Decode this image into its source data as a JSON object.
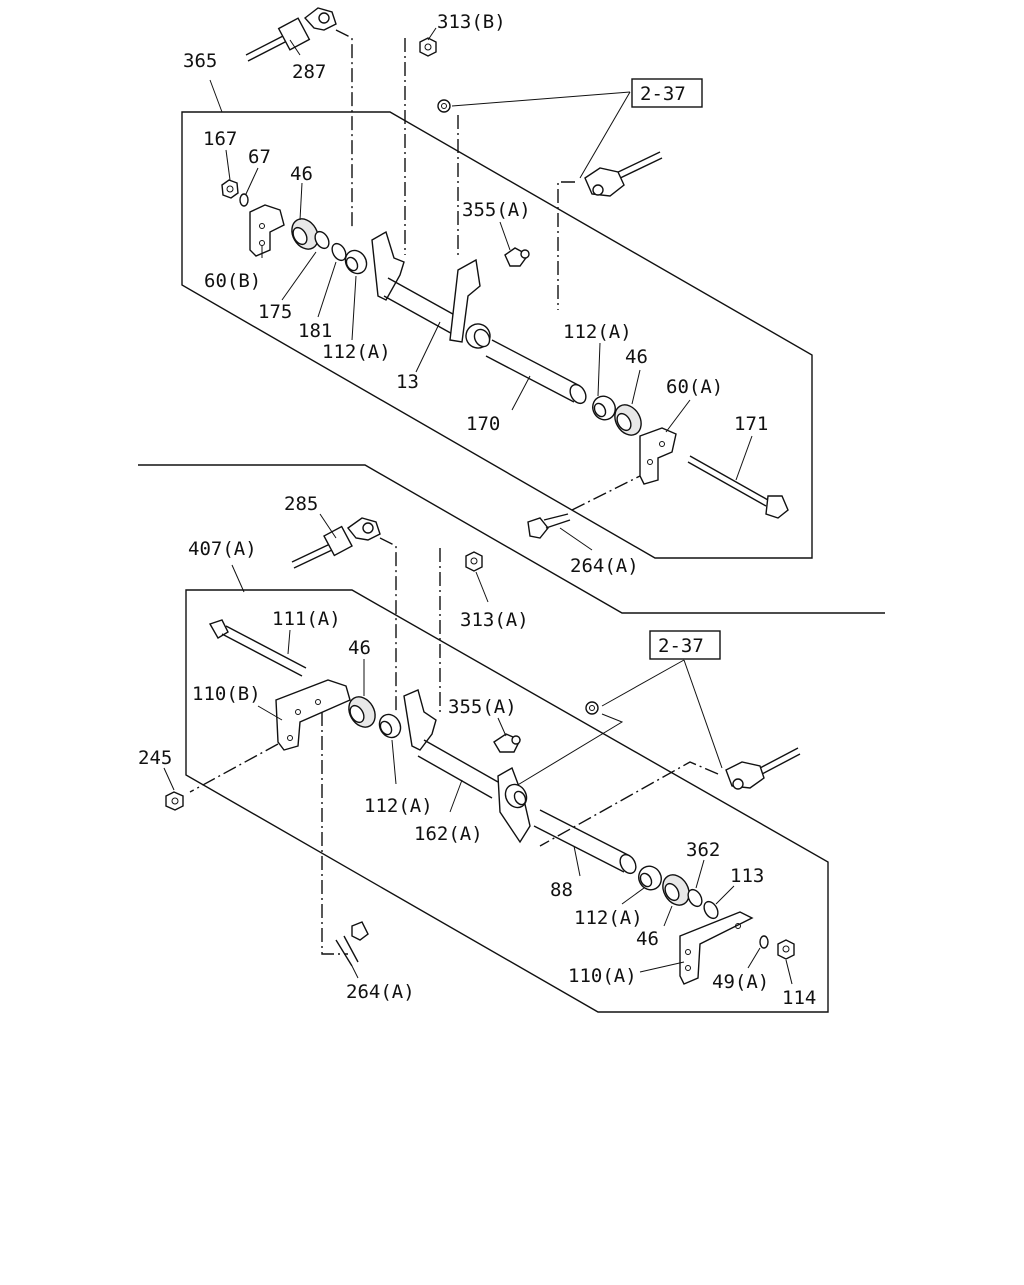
{
  "diagram": {
    "upper_assembly": {
      "callouts": {
        "c287": "287",
        "c313b": "313(B)",
        "c365": "365",
        "c2_37": "2-37",
        "c167": "167",
        "c67": "67",
        "c46a": "46",
        "c355a": "355(A)",
        "c60b": "60(B)",
        "c175": "175",
        "c181": "181",
        "c112a_1": "112(A)",
        "c13": "13",
        "c112a_2": "112(A)",
        "c46b": "46",
        "c60a": "60(A)",
        "c170": "170",
        "c171": "171",
        "c264a": "264(A)"
      }
    },
    "lower_assembly": {
      "callouts": {
        "c285": "285",
        "c407a": "407(A)",
        "c313a": "313(A)",
        "c2_37": "2-37",
        "c111a": "111(A)",
        "c46a": "46",
        "c110b": "110(B)",
        "c355a": "355(A)",
        "c245": "245",
        "c112a_1": "112(A)",
        "c162a": "162(A)",
        "c362": "362",
        "c88": "88",
        "c113": "113",
        "c112a_2": "112(A)",
        "c46b": "46",
        "c110a": "110(A)",
        "c49a": "49(A)",
        "c114": "114",
        "c264a": "264(A)"
      }
    }
  }
}
